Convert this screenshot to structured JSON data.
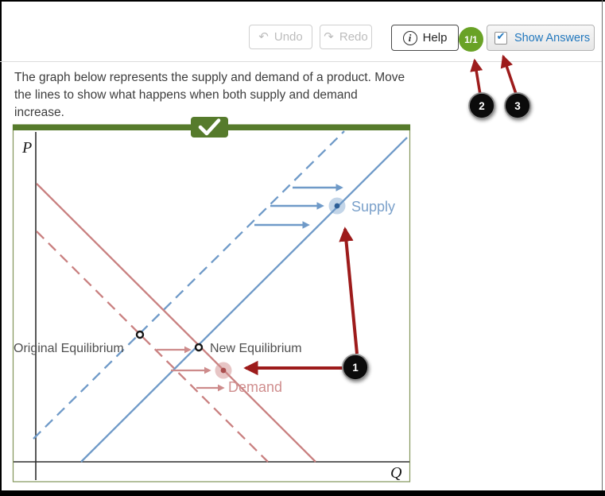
{
  "toolbar": {
    "undo": "Undo",
    "redo": "Redo",
    "help": "Help",
    "score": "1/1",
    "show_answers": "Show Answers"
  },
  "icons": {
    "undo_arrow": "↶",
    "redo_arrow": "↷",
    "help_italic_i": "i",
    "checkbox_check": "✔"
  },
  "instructions": {
    "lines": [
      "The graph below represents the supply and demand of a product. Move",
      "the lines to show what happens when both supply and demand",
      "increase."
    ]
  },
  "graph": {
    "p_axis_label": "P",
    "q_axis_label": "Q",
    "supply_label": "Supply",
    "demand_label": "Demand",
    "original_equilibrium_label": "Original Equilibrium",
    "new_equilibrium_label": "New Equilibrium",
    "result": "correct"
  },
  "callouts": {
    "c1": "1",
    "c2": "2",
    "c3": "3"
  },
  "colors": {
    "banner_green": "#567b2c",
    "graph_border_olive": "#83955a",
    "score_green": "#69a226",
    "supply_blue": "#6f9ac8",
    "demand_pink": "#c98080",
    "annotation_red": "#9d1b1b",
    "link_blue": "#2278be"
  },
  "chart_data": {
    "type": "line",
    "title": "Supply and demand diagram (both curves shifted right)",
    "xlabel": "Q",
    "ylabel": "P",
    "axis_ranges": {
      "x": [
        0,
        10
      ],
      "y": [
        0,
        10
      ]
    },
    "grid": false,
    "series": [
      {
        "name": "Supply (original)",
        "style": "dashed",
        "color": "#6f9ac8",
        "points": [
          [
            0,
            0.7
          ],
          [
            8.3,
            10
          ]
        ]
      },
      {
        "name": "Supply (new)",
        "style": "solid",
        "color": "#6f9ac8",
        "points": [
          [
            1.2,
            0
          ],
          [
            10,
            9.8
          ]
        ]
      },
      {
        "name": "Demand (original)",
        "style": "dashed",
        "color": "#c98080",
        "points": [
          [
            0,
            7.0
          ],
          [
            6.2,
            0
          ]
        ]
      },
      {
        "name": "Demand (new)",
        "style": "solid",
        "color": "#c98080",
        "points": [
          [
            0,
            8.4
          ],
          [
            7.5,
            0
          ]
        ]
      }
    ],
    "points": [
      {
        "label": "Original Equilibrium",
        "x": 2.8,
        "y": 3.8,
        "marker": "open-circle"
      },
      {
        "label": "New Equilibrium",
        "x": 4.4,
        "y": 3.5,
        "marker": "open-circle"
      }
    ],
    "shift_arrows": {
      "supply": "right",
      "demand": "right"
    }
  }
}
